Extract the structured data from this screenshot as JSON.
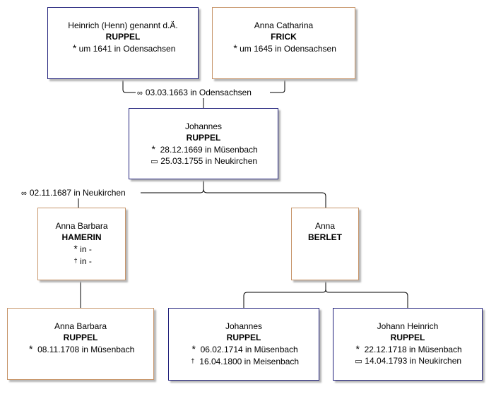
{
  "symbols": {
    "birth": "*",
    "death": "†",
    "burial": "▭",
    "marriage": "∞"
  },
  "colors": {
    "male_border": "#1f1f7a",
    "female_border": "#c7956a",
    "line": "#000000"
  },
  "persons": {
    "heinrich": {
      "given": "Heinrich (Henn) genannt d.Ä.",
      "surname": "RUPPEL",
      "birth": "um 1641 in Odensachsen"
    },
    "anna_catharina": {
      "given": "Anna Catharina",
      "surname": "FRICK",
      "birth": "um 1645 in Odensachsen"
    },
    "johannes_sr": {
      "given": "Johannes",
      "surname": "RUPPEL",
      "birth": "28.12.1669 in Müsenbach",
      "burial": "25.03.1755 in Neukirchen"
    },
    "anna_barbara_hamerin": {
      "given": "Anna Barbara",
      "surname": "HAMERIN",
      "birth": "in -",
      "death": "in -"
    },
    "anna_berlet": {
      "given": "Anna",
      "surname": "BERLET"
    },
    "anna_barbara_ruppel": {
      "given": "Anna Barbara",
      "surname": "RUPPEL",
      "birth": "08.11.1708 in Müsenbach"
    },
    "johannes_jr": {
      "given": "Johannes",
      "surname": "RUPPEL",
      "birth": "06.02.1714 in Müsenbach",
      "death": "16.04.1800 in Meisenbach"
    },
    "johann_heinrich": {
      "given": "Johann Heinrich",
      "surname": "RUPPEL",
      "birth": "22.12.1718 in Müsenbach",
      "burial": "14.04.1793 in Neukirchen"
    }
  },
  "marriages": {
    "parents": "03.03.1663 in Odensachsen",
    "first": "02.11.1687 in Neukirchen"
  }
}
